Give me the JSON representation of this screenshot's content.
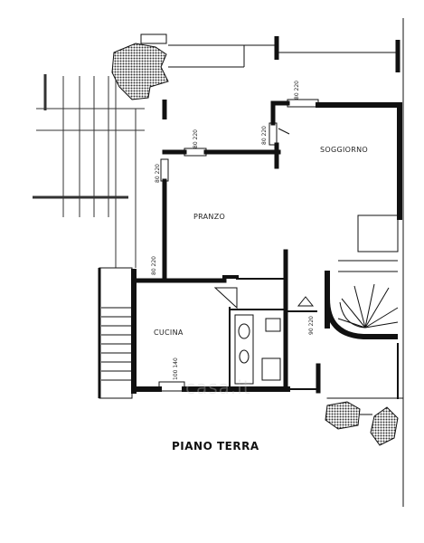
{
  "plan": {
    "floor_title": "PIANO TERRA",
    "watermark": "casa.it",
    "rooms": {
      "soggiorno": "SOGGIORNO",
      "pranzo": "PRANZO",
      "cucina": "CUCINA"
    },
    "dimensions": {
      "d1": "80 220",
      "d2": "80 220",
      "d3": "80 220",
      "d4": "80 220",
      "d5": "80 220",
      "d6": "90 220",
      "d7": "100 140"
    }
  }
}
